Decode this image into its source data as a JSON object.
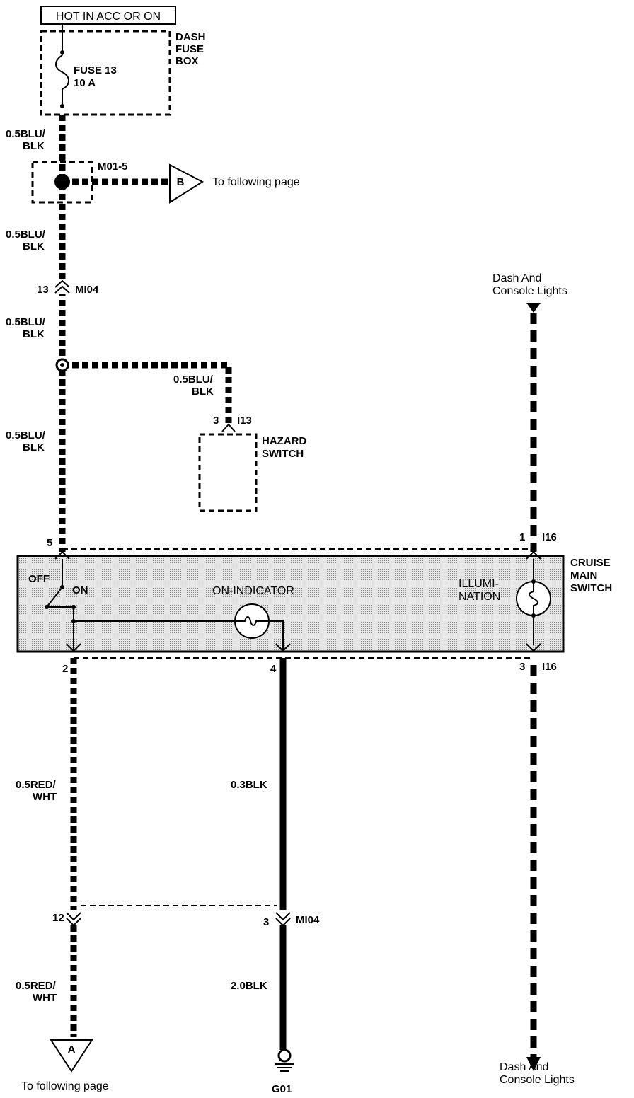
{
  "power": {
    "header": "HOT IN ACC OR ON"
  },
  "fuse_box": {
    "title_line1": "DASH",
    "title_line2": "FUSE",
    "title_line3": "BOX",
    "fuse_name": "FUSE 13",
    "fuse_rating": "10 A"
  },
  "wires": {
    "w1_a": "0.5BLU/",
    "w1_b": "BLK",
    "w2_a": "0.5BLU/",
    "w2_b": "BLK",
    "w3_a": "0.5BLU/",
    "w3_b": "BLK",
    "w4_a": "0.5BLU/",
    "w4_b": "BLK",
    "hz_a": "0.5BLU/",
    "hz_b": "BLK",
    "red1_a": "0.5RED/",
    "red1_b": "WHT",
    "red2_a": "0.5RED/",
    "red2_b": "WHT",
    "blk1": "0.3BLK",
    "blk2": "2.0BLK"
  },
  "splice": {
    "name": "M01-5",
    "ref": "B",
    "dest": "To following page"
  },
  "connectors": {
    "mi04_top_pin": "13",
    "mi04_top_name": "MI04",
    "i13_pin": "3",
    "i13_name": "I13",
    "sw_pin_5": "5",
    "i16_top_pin": "1",
    "i16_top_name": "I16",
    "sw_pin_2": "2",
    "sw_pin_4": "4",
    "i16_bot_pin": "3",
    "i16_bot_name": "I16",
    "mi04_bot_pin_left": "12",
    "mi04_bot_pin_right": "3",
    "mi04_bot_name": "MI04"
  },
  "hazard": {
    "line1": "HAZARD",
    "line2": "SWITCH"
  },
  "cruise": {
    "line1": "CRUISE",
    "line2": "MAIN",
    "line3": "SWITCH",
    "off": "OFF",
    "on": "ON",
    "indicator": "ON-INDICATOR",
    "illum1": "ILLUMI-",
    "illum2": "NATION"
  },
  "dash_lights_top": {
    "line1": "Dash And",
    "line2": "Console Lights"
  },
  "dash_lights_bot": {
    "line1": "Dash And",
    "line2": "Console Lights"
  },
  "offpage_a": {
    "ref": "A",
    "dest": "To following page"
  },
  "ground": {
    "name": "G01"
  },
  "colors": {
    "ink": "#000000",
    "shade": "#d9d9d9",
    "paper": "#ffffff"
  },
  "icons": [
    "fuse-icon",
    "bulb-icon",
    "ground-icon",
    "splice-dot-icon",
    "offpage-arrow-icon"
  ]
}
